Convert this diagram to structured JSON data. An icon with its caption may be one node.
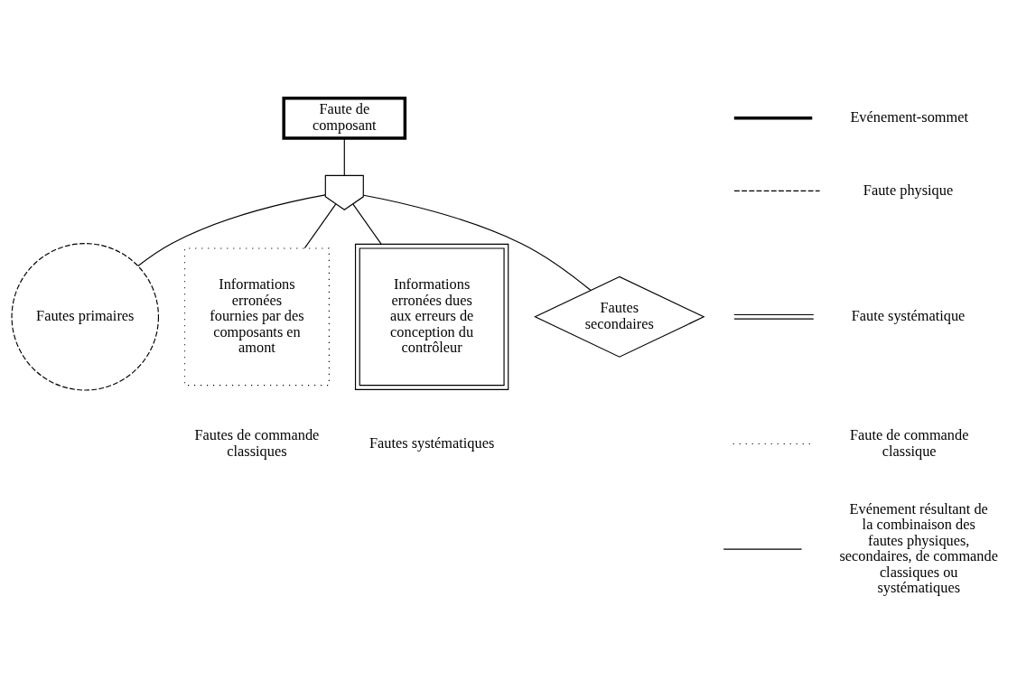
{
  "diagram": {
    "nodes": [
      {
        "text": [
          "Faute de composant"
        ]
      },
      {
        "text": [],
        "shape": "gate"
      },
      {
        "text": [
          "Fautes primaires"
        ]
      },
      {
        "text": [
          "Informations erronées fournies par des composants en amont"
        ],
        "beside": [
          "Fautes de commande classiques"
        ]
      },
      {
        "text": [
          "Informations erronées dues aux erreurs de conception du contrôleur"
        ],
        "beside": [
          "Fautes systématiques"
        ]
      },
      {
        "text": [
          "Fautes secondaires"
        ]
      }
    ],
    "edges": [
      {
        "from": 0,
        "to": 1,
        "arrow": "none"
      },
      {
        "from": 1,
        "to": 2,
        "arrow": "none"
      },
      {
        "from": 1,
        "to": 3,
        "arrow": "none"
      },
      {
        "from": 1,
        "to": 4,
        "arrow": "none"
      },
      {
        "from": 1,
        "to": 5,
        "arrow": "none"
      }
    ],
    "legend": [
      {
        "text": "Evénement-sommet"
      },
      {
        "text": "Faute physique"
      },
      {
        "text": "Faute systématique"
      },
      {
        "text": "Faute de commande classique"
      },
      {
        "text": "Evénement résultant de la combinaison des fautes physiques, secondaires, de commande classiques ou systématiques"
      }
    ]
  }
}
